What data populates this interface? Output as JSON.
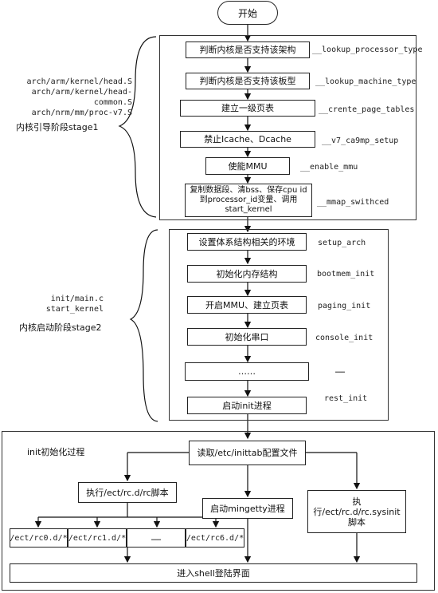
{
  "start": "开始",
  "stage1": {
    "files": [
      "arch/arm/kernel/head.S",
      "arch/arm/kernel/head-common.S",
      "arch/nrm/mm/proc-v7.S"
    ],
    "title": "内核引导阶段stage1",
    "steps": [
      {
        "label": "判断内核是否支持该架构",
        "func": "__lookup_processor_type"
      },
      {
        "label": "判断内核是否支持该板型",
        "func": "__lookup_machine_type"
      },
      {
        "label": "建立一级页表",
        "func": "__crente_page_tables"
      },
      {
        "label": "禁止Icache、Dcache",
        "func": "__v7_ca9mp_setup"
      },
      {
        "label": "使能MMU",
        "func": "__enable_mmu"
      },
      {
        "label": "复制数据段、清bss、保存cpu id到processor_id变量、调用start_kernel",
        "func": "__mmap_swithced"
      }
    ]
  },
  "stage2": {
    "files": [
      "init/main.c",
      "start_kernel"
    ],
    "title": "内核启动阶段stage2",
    "steps": [
      {
        "label": "设置体系结构相关的环境",
        "func": "setup_arch"
      },
      {
        "label": "初始化内存结构",
        "func": "bootmem_init"
      },
      {
        "label": "开启MMU、建立页表",
        "func": "paging_init"
      },
      {
        "label": "初始化串口",
        "func": "console_init"
      },
      {
        "label": "……",
        "func": "……"
      },
      {
        "label": "启动init进程",
        "func": "rest_init"
      }
    ]
  },
  "init": {
    "title": "init初始化过程",
    "read": "读取/etc/inittab配置文件",
    "exec_rc": "执行/ect/rc.d/rc脚本",
    "mingetty": "启动mingetty进程",
    "sysinit": "执行/ect/rc.d/rc.sysinit脚本",
    "rc_dirs": [
      "/ect/rc0.d/*",
      "/ect/rc1.d/*",
      "……",
      "/ect/rc6.d/*"
    ],
    "shell": "进入shell登陆界面"
  }
}
